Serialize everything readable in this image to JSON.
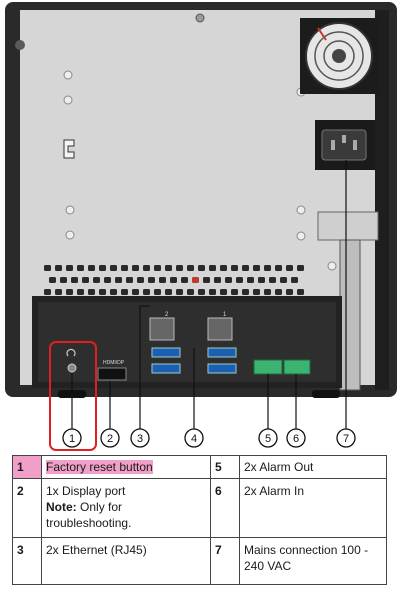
{
  "figure": {
    "port_labels": {
      "eth_left": "2",
      "eth_right": "1",
      "hdmi": "HDMI/DP"
    },
    "callouts": [
      "1",
      "2",
      "3",
      "4",
      "5",
      "6",
      "7"
    ]
  },
  "legend": {
    "rows": [
      {
        "left_num": "1",
        "left_text": "Factory reset button",
        "right_num": "5",
        "right_text": "2x Alarm Out"
      },
      {
        "left_num": "2",
        "left_text": "1x Display port",
        "left_note_label": "Note:",
        "left_note_text": "Only for troubleshooting.",
        "right_num": "6",
        "right_text": "2x Alarm In"
      },
      {
        "left_num": "3",
        "left_text": "2x Ethernet (RJ45)",
        "right_num": "7",
        "right_text": "Mains connection 100 - 240 VAC"
      }
    ],
    "highlight_color": "#f0a0c8"
  }
}
